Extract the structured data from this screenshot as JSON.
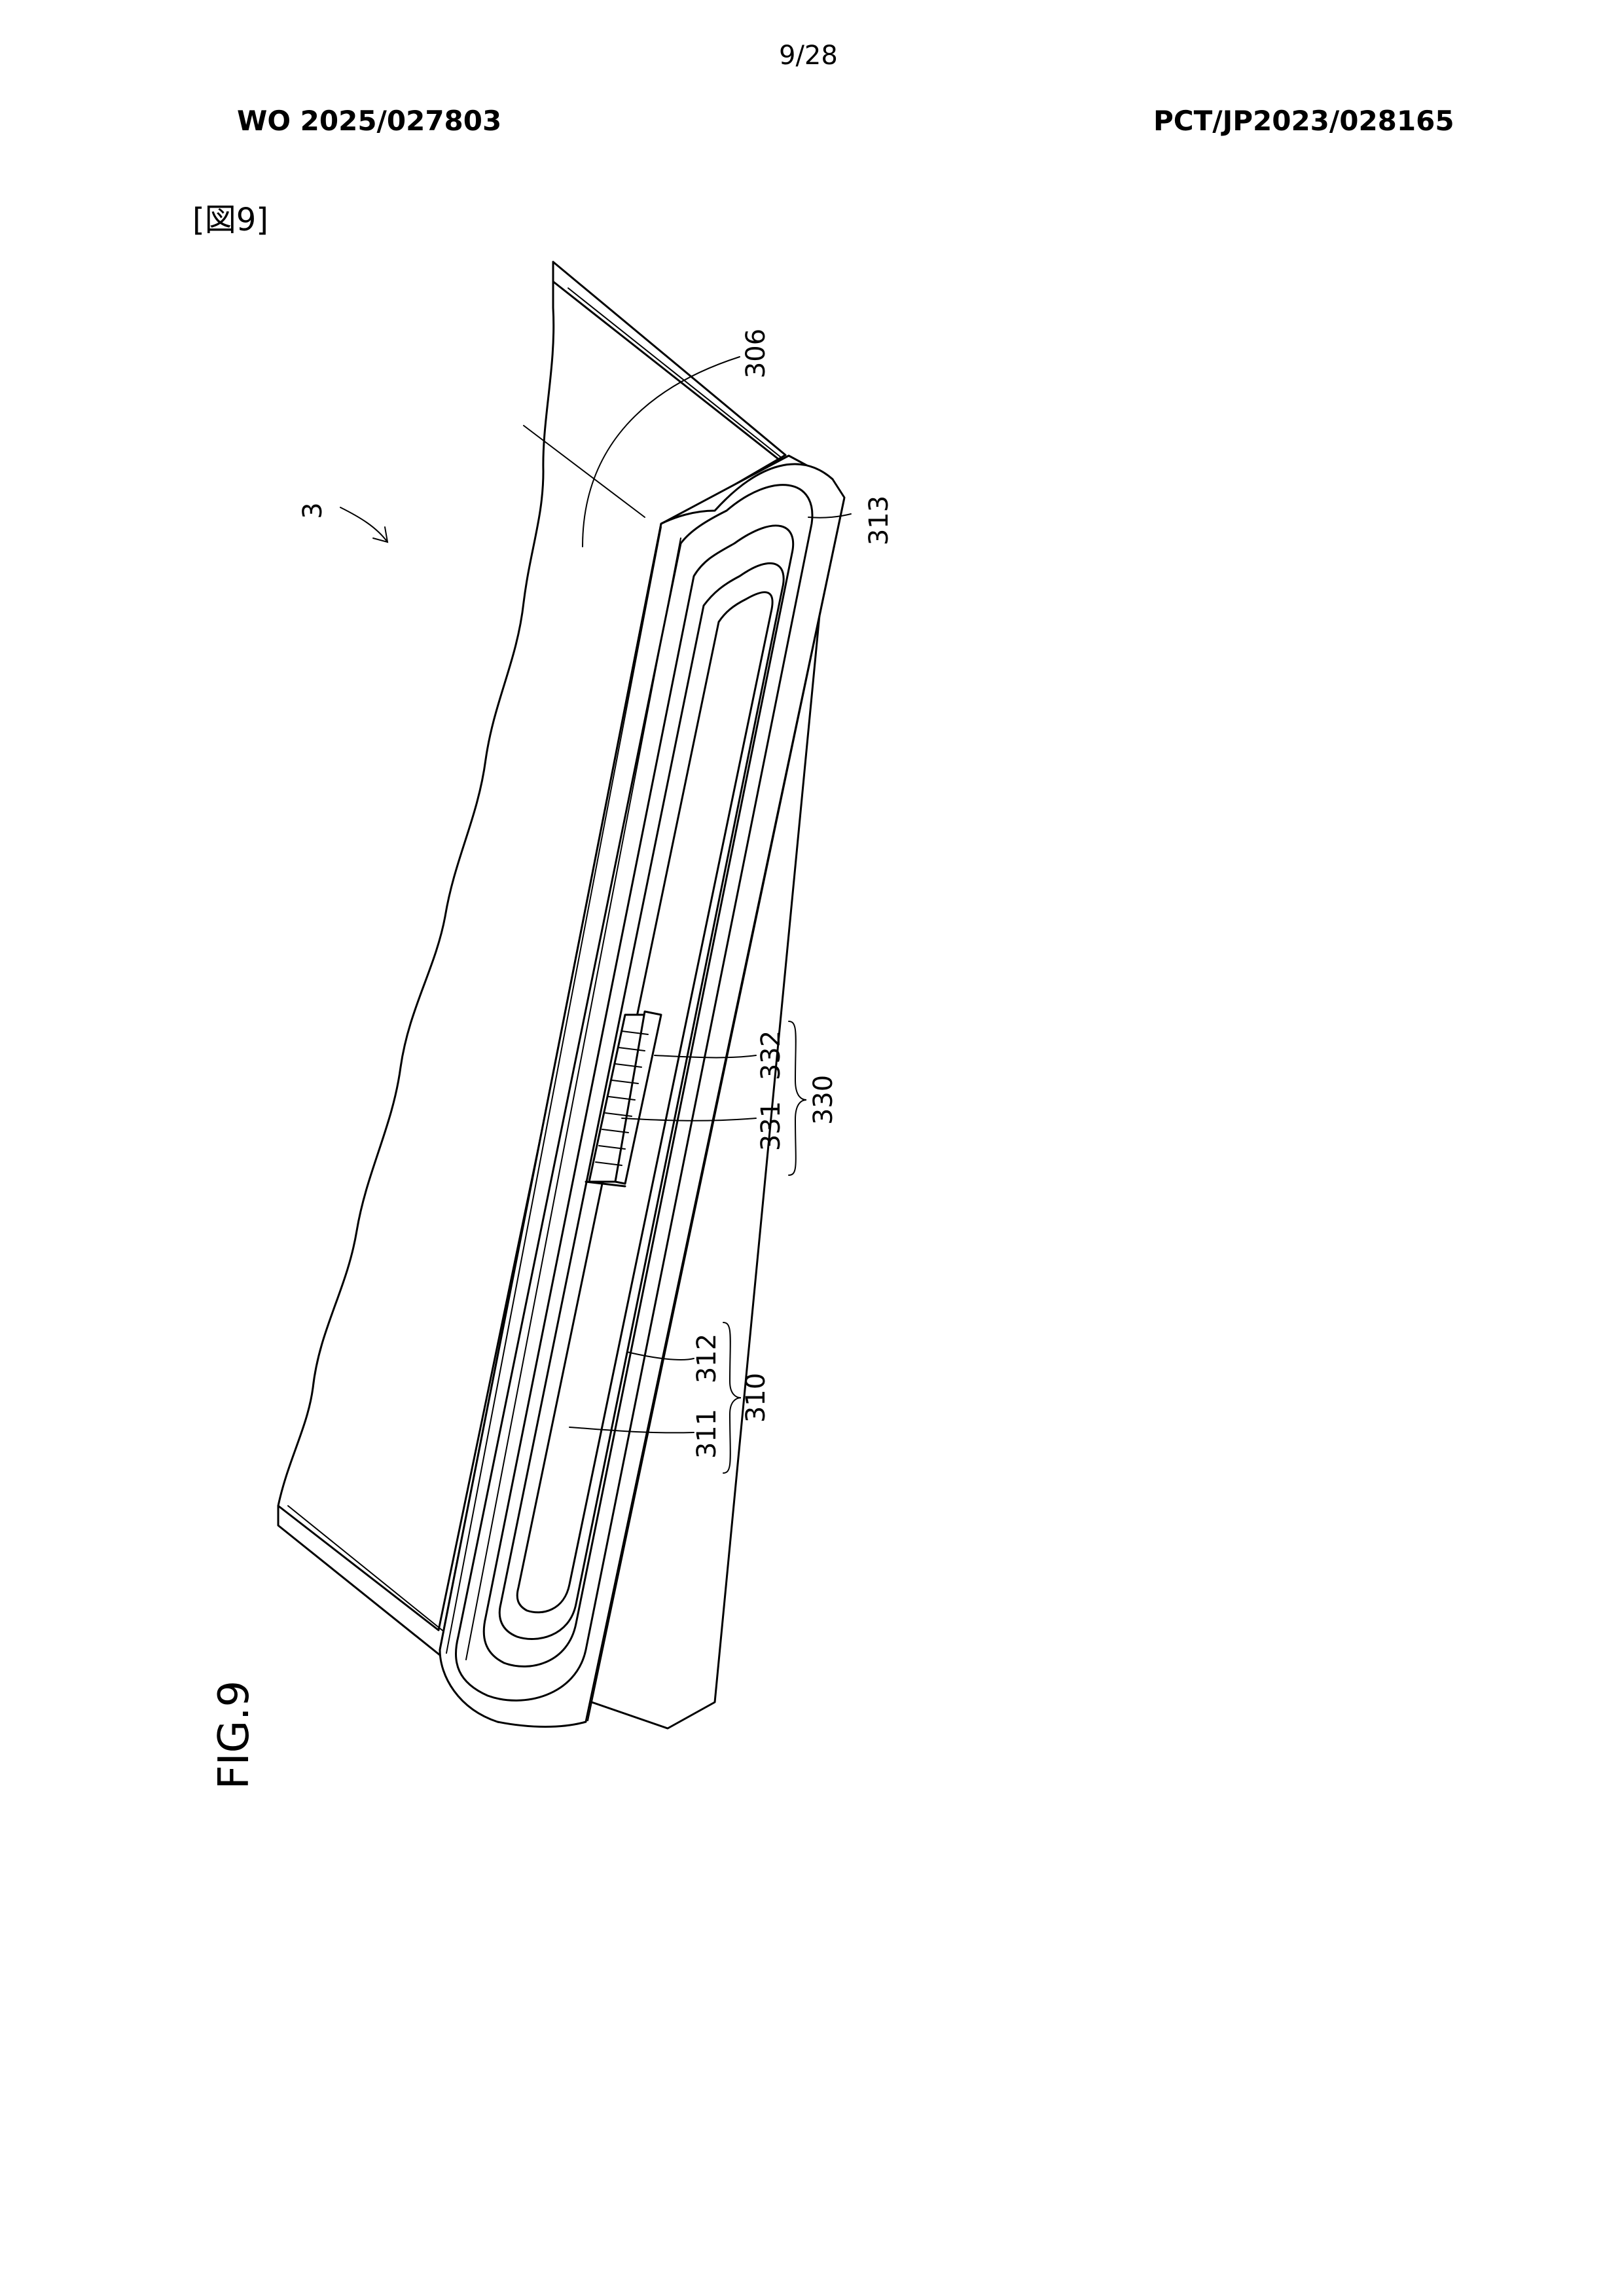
{
  "page": {
    "page_number": "9/28",
    "publication_number": "WO 2025/027803",
    "application_number": "PCT/JP2023/028165",
    "figure_tag": "[図9]"
  },
  "figure": {
    "caption": "FIG.9",
    "labels": {
      "assembly": "3",
      "l306": "306",
      "l313": "313",
      "l332": "332",
      "l331": "331",
      "l330": "330",
      "l312": "312",
      "l311": "311",
      "l310": "310"
    }
  }
}
